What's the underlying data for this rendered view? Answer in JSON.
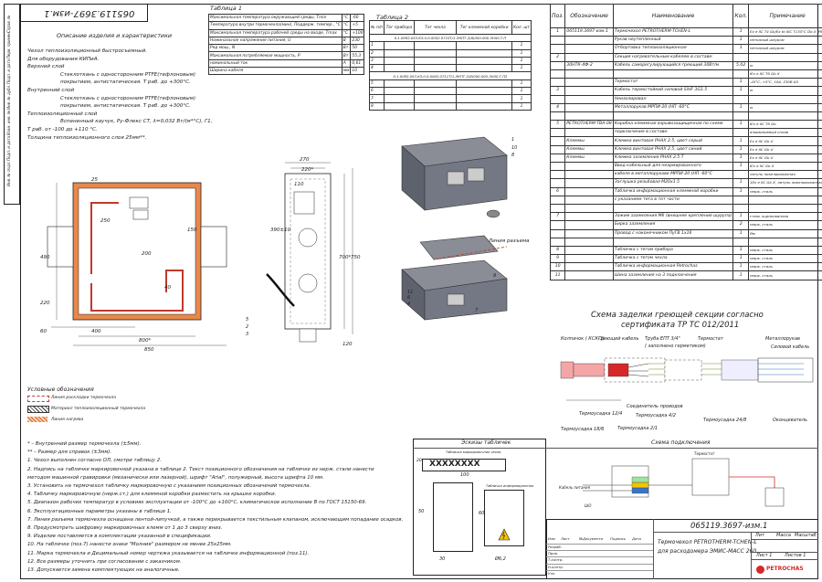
{
  "doc_code": "065119.3697-изм.1",
  "doc_code_stamp": "065119.3697-изм.1",
  "description_title": "Описание изделия и характеристики",
  "description_lines": [
    "Чехол теплоизоляционный быстросъемный.",
    "Для оборудования КИПиА.",
    "Верхний слой",
    "Стеклоткань с односторонним PTFE(тефлоновым)",
    "покрытием, антистатическая. T раб. до +300°C.",
    "Внутренний слой",
    "Стеклоткань с односторонним PTFE(тефлоновым)",
    "покрытием, антистатическая. T раб. до +300°C.",
    "Теплоизоляционный слой",
    "Вспененный каучук, Ру-Флекс СТ, λ=0,032 Вт/(м*°С), Г1,",
    "T раб. от -100 до +110 °С.",
    "Толщина теплоизоляционного слоя 25мм**."
  ],
  "table1": {
    "title": "Таблица 1",
    "rows": [
      [
        "Максимальная температура окружающей среды, Tmin",
        "°С",
        "-60"
      ],
      [
        "Температура внутри термочехла(мин), Поддерж. темпер., °С",
        "°С",
        "+5"
      ],
      [
        "Максимальная температура рабочей среды на входе, Tmax",
        "°С",
        "+100"
      ],
      [
        "Номинальное напряжение питания, U",
        "В",
        "230"
      ],
      [
        "Ряд мощ., N",
        "Вт",
        "50"
      ],
      [
        "Максимальная потребляемая мощность, P",
        "Вт",
        "55,3"
      ],
      [
        "номинальный ток",
        "А",
        "0,61"
      ],
      [
        "Ширина кабеля",
        "мм",
        "10"
      ]
    ]
  },
  "table2": {
    "title": "Таблица 2",
    "headers": [
      "№ п/п",
      "Тег прибора",
      "Тег чехла",
      "Тег клеммной коробки",
      "Кол. шт"
    ],
    "group1": "0.1.0092.053.КЗ.0.0.0002.0710Т/1-ЭКПТ-2(8)000.000-3Н50.Т.П",
    "group2": "0.1.0092.053.КЗ.0.0.0002.0711Т/1-ЭКПТ-2(8)000.000-3Н50.Т.П2",
    "rows1": [
      [
        "1",
        "1"
      ],
      [
        "2",
        "1"
      ],
      [
        "3",
        "1"
      ],
      [
        "4",
        "1"
      ]
    ],
    "rows2": [
      [
        "5",
        "1"
      ],
      [
        "6",
        "1"
      ],
      [
        "7",
        "1"
      ],
      [
        "8",
        "1"
      ]
    ]
  },
  "spec": {
    "headers": [
      "Поз.",
      "Обозначение",
      "Наименование",
      "Кол.",
      "Примечание"
    ],
    "rows": [
      [
        "1",
        "065119.3697-изм.1",
        "Термочехол PETROTHERM-TCHEN-L",
        "1",
        "Ex e IIC T4 Gb/Ex tb IIIC T135°C Db X IP66"
      ],
      [
        "",
        "",
        "Рукав неутепленный",
        "1",
        "нетканый шнуром"
      ],
      [
        "",
        "",
        "Отбортовка теплоизоляционная",
        "1",
        "нетканый шнуром"
      ],
      [
        "2",
        "",
        "Секция нагревательным кабелем в составе:",
        "",
        ""
      ],
      [
        "",
        "30НТК-4Ф-2",
        "Кабель саморегулирующийся греющий 30Вт/м",
        "5.02",
        "м"
      ],
      [
        "",
        "",
        "",
        "",
        "IEx e IIC T6 Gb X"
      ],
      [
        "",
        "",
        "Термостат",
        "1",
        "-45°С..+5°С, 10А, 230В АЗ"
      ],
      [
        "3",
        "",
        "Кабель термостойкий силовой SiHF 3G1.5",
        "1",
        "м"
      ],
      [
        "",
        "",
        "Неизолирован",
        "",
        ""
      ],
      [
        "4",
        "",
        "Металлорукав МРПИ-20 (НП -60°С",
        "1",
        "м"
      ],
      [
        "",
        "",
        "",
        "",
        ""
      ],
      [
        "5",
        "PETROTHERM-TBA-08",
        "Коробка клеммная взрывозащищенная по схеме",
        "1",
        "IEx e IIC T6 Gb"
      ],
      [
        "",
        "",
        "подключения в составе:",
        "",
        "алюминиевый сплав"
      ],
      [
        "",
        "Клеммы",
        "Клемма винтовая PHAX 2.5, цвет серый",
        "1",
        "Ex e IIC Gb U"
      ],
      [
        "",
        "Клеммы",
        "Клемма винтовая PHAX 2.5, цвет синий",
        "1",
        "Ex e IIC Gb U"
      ],
      [
        "",
        "Клеммы",
        "Клемма заземления PHAX 2.5 T",
        "1",
        "Ex e IIC Gb U"
      ],
      [
        "",
        "",
        "Ввод кабельный для неармированного",
        "1",
        "IEx e IIC Gb X"
      ],
      [
        "",
        "",
        "кабеля в металлорукаве МРПИ-20 (НП -60°С",
        "",
        "латунь никелированная"
      ],
      [
        "",
        "",
        "Заглушка резьбовая М20х1.5",
        "1",
        "1Ex e IIC Gb X, латунь никелированная"
      ],
      [
        "6",
        "",
        "Табличка информационная клеммной коробки",
        "1",
        "нерж. сталь"
      ],
      [
        "",
        "",
        "с указанием тега в тот части",
        "",
        ""
      ],
      [
        "",
        "",
        "",
        "",
        ""
      ],
      [
        "7",
        "",
        "Зажим заземления М6 (внешнее крепление шурупа)",
        "1",
        "сталь оцинкованная"
      ],
      [
        "",
        "",
        "Бирка заземления",
        "2",
        "нерж. сталь"
      ],
      [
        "",
        "",
        "Провод с наконечником ПуГВ 1х16",
        "1",
        "Ям"
      ],
      [
        "",
        "",
        "",
        "",
        ""
      ],
      [
        "8",
        "",
        "Табличка с тегом прибора",
        "1",
        "нерж. сталь"
      ],
      [
        "9",
        "",
        "Табличка с тегом чехла",
        "1",
        "нерж. сталь"
      ],
      [
        "10",
        "",
        "Табличка информационная Petrochas",
        "1",
        "нерж. сталь"
      ],
      [
        "11",
        "",
        "Шина заземления на 3 подключения",
        "1",
        "нерж. сталь"
      ]
    ]
  },
  "drawing_dims": {
    "width_total": "850",
    "width_inner": "800*",
    "dim_400": "400",
    "dim_60": "60",
    "dim_25": "25",
    "dim_150": "150",
    "dim_200": "200",
    "dim_490": "490",
    "dim_220": "220",
    "dim_40": "40",
    "dim_250": "250",
    "dim_270": "270",
    "dim_220s": "220*",
    "dim_110": "110",
    "dim_390": "390±10",
    "dim_700": "700*",
    "dim_750": "750",
    "dim_120": "120"
  },
  "callouts": [
    "1",
    "2",
    "3",
    "4",
    "5",
    "6",
    "7",
    "8",
    "9",
    "10",
    "11"
  ],
  "split_line_label": "Линия разъема",
  "legend": {
    "title": "Условные обозначения",
    "items": [
      "Линия раскладки термочехла",
      "Материал теплоизоляционный термочехла",
      "Линия нагрева"
    ]
  },
  "notes": [
    "* – Внутренний размер термочехла (±5мм).",
    "** – Размер для справок (±3мм).",
    "1. Чехол выполнен согласно ОЛ, смотри таблицу 2.",
    "2. Надпись на табличке маркировочной указана в таблице 2. Текст позиционного обозначения на табличке из нерж. стали нанести",
    "методом машинной гравировки (механически или лазерной), шрифт \"Arial\", полужирный, высота шрифта 10 мм.",
    "3. Установить на термочехол табличку маркировочную с указанием позиционных обозначений термочехла.",
    "4. Табличку маркировочную (нерж.ст.) для клеммной коробки разместить на крышке коробки.",
    "5. Диапазон рабочих температур в условиях эксплуатации от -100°С до +100°С, климатическое исполнение В по ГОСТ 15150-69.",
    "6. Эксплуатационные параметры указаны в таблице 1.",
    "7. Линия разъема термочехла оснащена лентой-липучкой, а также перекрывается текстильным клапаном, исключающим попадание осадков.",
    "8. Предусмотреть шифровку маркировочных клемм от 1 до 3 сверху вниз.",
    "9. Изделие поставляется в комплектации указанной в спецификации.",
    "10. На табличке (поз.7) нанести знаки \"Молния\" размером не менее 25х25мм.",
    "11. Марка термочехла и Децимальный номер чертежа указывается на табличке информационной (поз.11).",
    "12. Все размеры уточнить при согласовании с заказчиком.",
    "13. Допускается замена комплектующих на аналогичные."
  ],
  "sketch": {
    "title": "Эскизы табличек",
    "tag_text": "XXXXXXXX",
    "tag_caption": "Табличка маркировочная чехла",
    "info_caption": "Табличка информационная",
    "dim_100": "100",
    "dim_20": "20",
    "dim_50": "50",
    "dim_60": "60",
    "dim_30": "30",
    "dim_26": "Ø6,2"
  },
  "wiring": {
    "title": "Схема подключения",
    "legend1": "Кабель питания",
    "legend2": "ШО",
    "legend3": "Термостат"
  },
  "sealing": {
    "title1": "Схема заделки греющей секции согласно",
    "title2": "сертификата ТР ТС 012/2011",
    "labels_top": [
      "Колпачок ( КСК-3)",
      "Греющий кабель",
      "Труба ЕПТ 3/4\"",
      "( заполнено герметиком)",
      "Термостат",
      "Металлорукав",
      "Силовой кабель"
    ],
    "labels_bottom": [
      "Термоусадка 12/4",
      "Термоусадка 18/6",
      "Соединитель проводов",
      "Термоусадка 4/2",
      "Термоусадка 2/1",
      "Термоусадка 24/8",
      "Оконцеватель"
    ]
  },
  "stamp": {
    "product1": "Термочехол PETROTHERM-TCHEN-L",
    "product2": "для расходомера ЭМИС-МАСС 260",
    "lit": "Лит",
    "mass": "Масса",
    "scale": "Масштаб",
    "sheet": "Лист 1",
    "sheets": "Листов 1",
    "roles": [
      "Разраб.",
      "Пров.",
      "Т.контр.",
      "Н.контр.",
      "Утв."
    ],
    "cols": [
      "Изм",
      "Лист",
      "№Документа",
      "Подпись",
      "Дата"
    ],
    "company": "PETROCHAS"
  },
  "left_strip": [
    "Справ. №",
    "Перв. примен.",
    "Подп. и дата",
    "Инв. № дубл.",
    "Взам. инв. №",
    "Подп. и дата",
    "Инв. № подл."
  ],
  "colors": {
    "insulation": "#e8884a",
    "heat_line": "#c0392b",
    "accent_red": "#d62828",
    "line": "#222222"
  }
}
